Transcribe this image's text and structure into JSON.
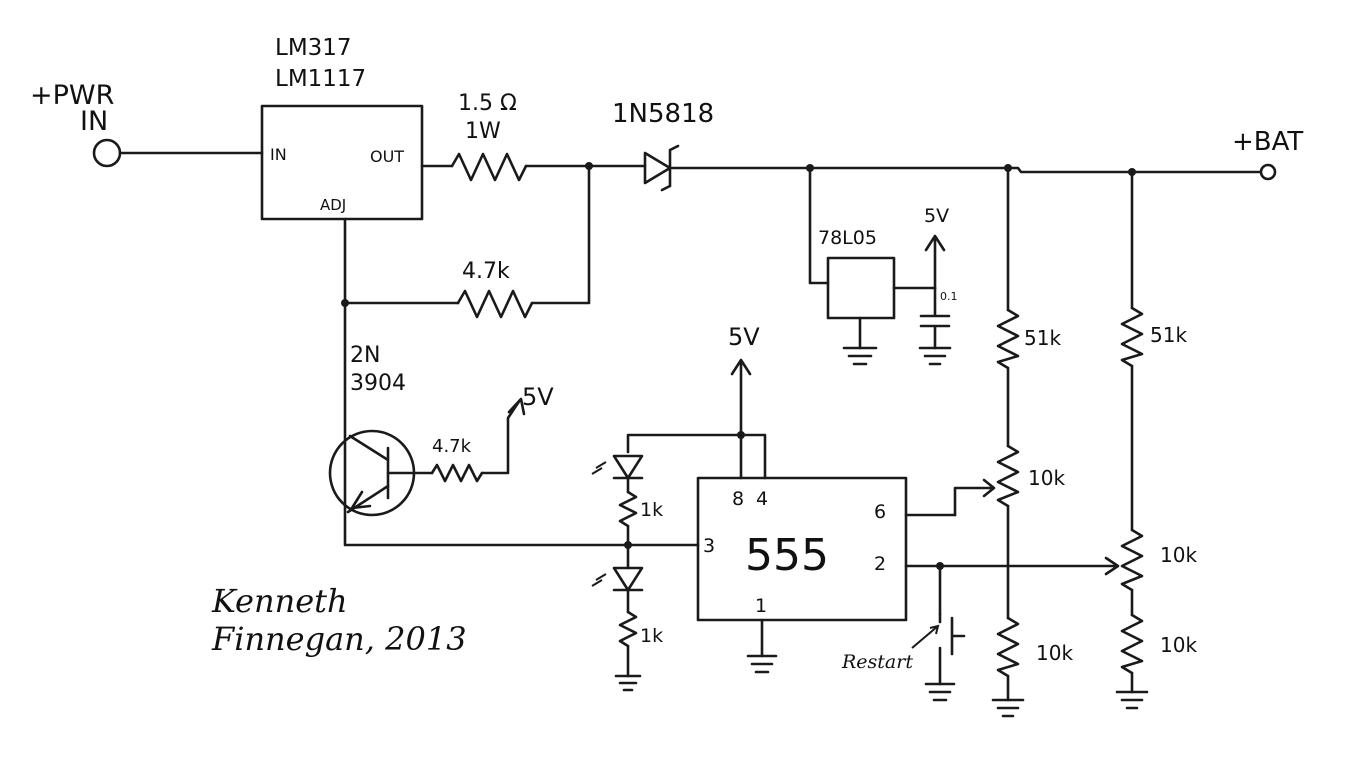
{
  "labels": {
    "pwr_in_line1": "+PWR",
    "pwr_in_line2": "IN",
    "regulator_line1": "LM317",
    "regulator_line2": "LM1117",
    "pin_in": "IN",
    "pin_out": "OUT",
    "pin_adj": "ADJ",
    "r_sense_value": "1.5 Ω",
    "r_sense_power": "1W",
    "diode": "1N5818",
    "bat": "+BAT",
    "r_adj": "4.7k",
    "reg_78l05": "78L05",
    "v5_78l05": "5V",
    "cap_78l05": "0.1",
    "transistor_line1": "2N",
    "transistor_line2": "3904",
    "r_base": "4.7k",
    "v5_base": "5V",
    "v5_555": "5V",
    "timer": "555",
    "pin8": "8",
    "pin4": "4",
    "pin3": "3",
    "pin6": "6",
    "pin2": "2",
    "pin1": "1",
    "led_r_top": "1k",
    "led_r_bottom": "1k",
    "r_div1_top": "51k",
    "pot_div1": "10k",
    "r_div1_bottom": "10k",
    "r_div2_top": "51k",
    "pot_div2": "10k",
    "r_div2_bottom": "10k",
    "restart": "Restart",
    "author_line1": "Kenneth",
    "author_line2": "Finnegan, 2013"
  },
  "colors": {
    "ink": "#1a1a1a",
    "paper": "#ffffff"
  }
}
